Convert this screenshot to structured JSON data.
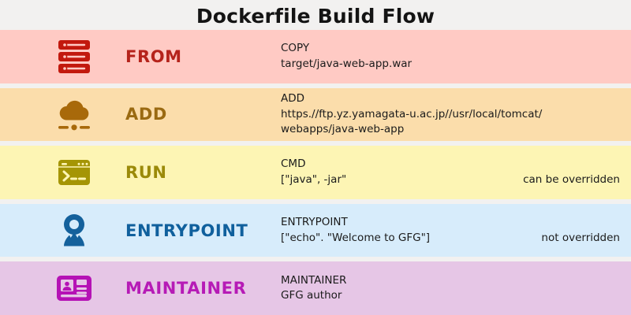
{
  "header": {
    "title": "Dockerfile Build Flow"
  },
  "colors": {
    "page_background": "#f2f1f0",
    "title_text": "#141414",
    "body_text": "#1b1b1b"
  },
  "rows": [
    {
      "keyword": "FROM",
      "icon": "server-stack-icon",
      "band_color": "#ffcac4",
      "keyword_color": "#b5231b",
      "icon_color": "#c2190e",
      "detail_lines": [
        "COPY",
        "target/java-web-app.war"
      ],
      "note": ""
    },
    {
      "keyword": "ADD",
      "icon": "cloud-network-icon",
      "band_color": "#fbddab",
      "keyword_color": "#9a6a12",
      "icon_color": "#a8690a",
      "detail_lines": [
        "ADD",
        "https.//ftp.yz.yamagata-u.ac.jp//usr/local/tomcat/",
        "webapps/java-web-app"
      ],
      "note": ""
    },
    {
      "keyword": "RUN",
      "icon": "terminal-console-icon",
      "band_color": "#fdf5b4",
      "keyword_color": "#9b8a09",
      "icon_color": "#a59505",
      "detail_lines": [
        "CMD",
        "[\"java\", -jar\""
      ],
      "note": "can be overridden"
    },
    {
      "keyword": "ENTRYPOINT",
      "icon": "location-pin-icon",
      "band_color": "#d7ecfb",
      "keyword_color": "#10609d",
      "icon_color": "#14619c",
      "detail_lines": [
        "ENTRYPOINT",
        "[\"echo\". \"Welcome to GFG\"]"
      ],
      "note": "not overridden"
    },
    {
      "keyword": "MAINTAINER",
      "icon": "id-card-icon",
      "band_color": "#e6c6e6",
      "keyword_color": "#b61bb6",
      "icon_color": "#b512b5",
      "detail_lines": [
        "MAINTAINER",
        "GFG author"
      ],
      "note": ""
    }
  ]
}
